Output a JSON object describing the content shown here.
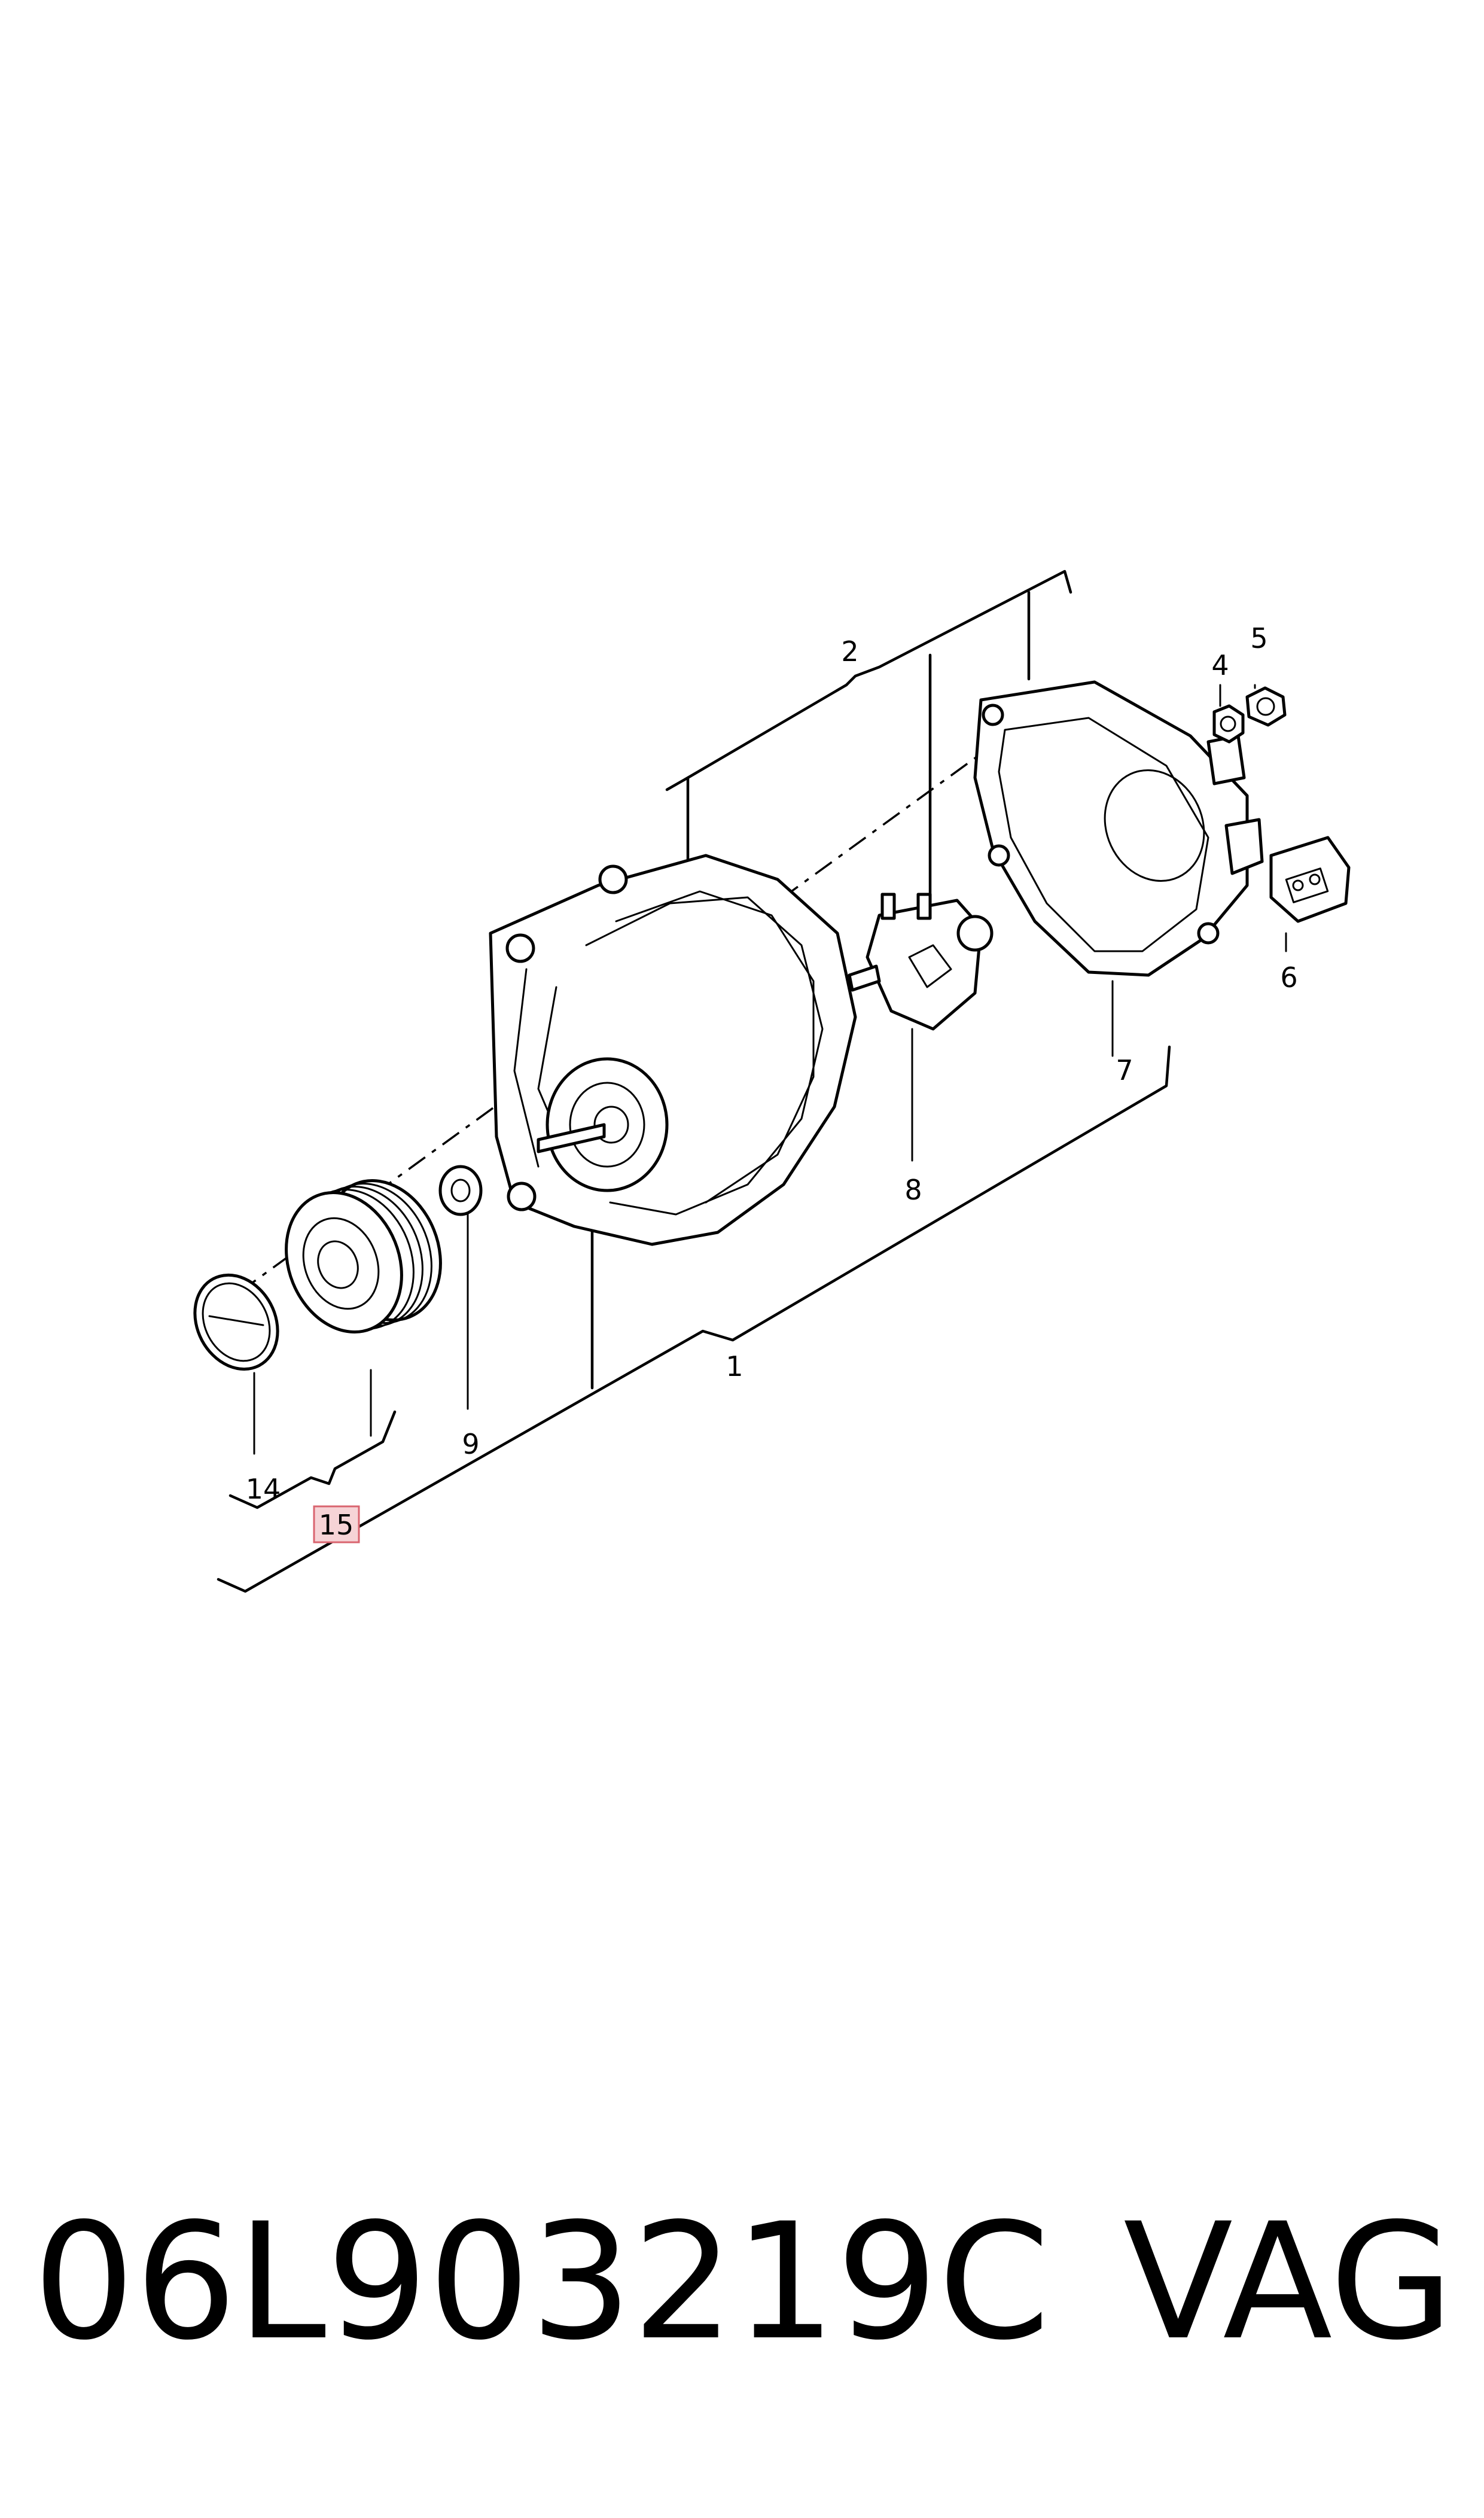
{
  "callouts": {
    "c1": "1",
    "c2": "2",
    "c4": "4",
    "c5": "5",
    "c6": "6",
    "c7": "7",
    "c8": "8",
    "c9": "9",
    "c14": "14",
    "c15": "15"
  },
  "highlight": {
    "callout": "15",
    "fill_color": "#f6d3d6",
    "border_color": "#d9646f"
  },
  "footer": {
    "part_number": "06L903219C",
    "brand": "VAG"
  }
}
